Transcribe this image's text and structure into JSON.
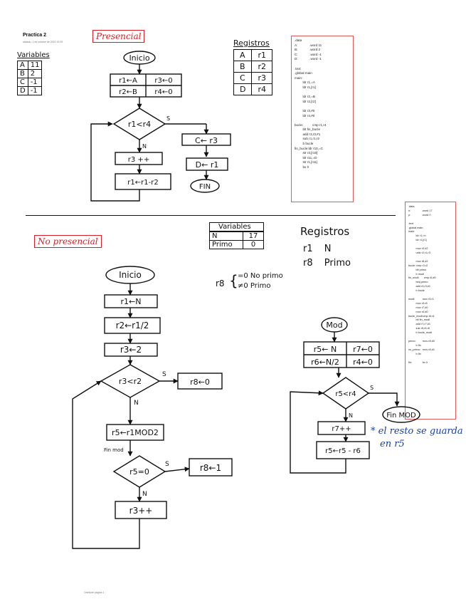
{
  "header": {
    "title": "Practica 2",
    "date": "sábado, 1 de octubre de 2022     19:29"
  },
  "section1": {
    "label": "Presencial"
  },
  "section2": {
    "label": "No presencial"
  },
  "vars1": {
    "header": "Variables",
    "rows": [
      {
        "name": "A",
        "value": "11"
      },
      {
        "name": "B",
        "value": "2"
      },
      {
        "name": "C",
        "value": "-1"
      },
      {
        "name": "D",
        "value": "-1"
      }
    ]
  },
  "regs1": {
    "header": "Registros",
    "rows": [
      {
        "name": "A",
        "value": "r1"
      },
      {
        "name": "B",
        "value": "r2"
      },
      {
        "name": "C",
        "value": "r3"
      },
      {
        "name": "D",
        "value": "r4"
      }
    ]
  },
  "flow1": {
    "start": "Inicio",
    "init_a": "r1←A",
    "init_b": "r3←0",
    "init_c": "r2←B",
    "init_d": "r4←0",
    "cond": "r1<r4",
    "yes": "S",
    "no": "N",
    "loop_a": "r3 ++",
    "loop_b": "r1←r1-r2",
    "end_a": "C← r3",
    "end_b": "D← r1",
    "end": "FIN"
  },
  "code1": ".data\nA:             .word 11\nB:             .word 2\nC:             .word -1\nD:             .word -1\n\n.text\n.global main\nmain:\n         ldr r1,=A\n         ldr r1,[r1]\n\n         ldr r2,=B\n         ldr r2,[r2]\n\n         ldr r3,#0\n         ldr r4,#0\n\nbucle:          cmp r1,r4\n         blt fin_bucle\n         add r3,r3,#1\n         sub r1,r1,r2\n         b bucle\nfin_bucle:ldr r10,=C\n         str r3,[r10]\n         ldr r11,=D\n         str r1,[r11]\n         bx lr",
  "vars2": {
    "header": "Variables",
    "rows": [
      {
        "name": "N",
        "value": "17"
      },
      {
        "name": "Primo",
        "value": "0"
      }
    ]
  },
  "regs2": {
    "header": "Registros",
    "rows": [
      {
        "name": "r1",
        "value": "N"
      },
      {
        "name": "r8",
        "value": "Primo"
      }
    ]
  },
  "r8legend": {
    "reg": "r8",
    "eq": "=0  No primo",
    "neq": "≠0  Primo"
  },
  "flow2": {
    "start": "Inicio",
    "s1": "r1←N",
    "s2": "r2←r1/2",
    "s3": "r3←2",
    "cond1": "r3<r2",
    "yes1": "S",
    "no1": "N",
    "r8zero": "r8←0",
    "mod": "r5←r1MOD2",
    "finmod_tag": "Fin mod",
    "cond2": "r5=0",
    "yes2": "S",
    "no2": "N",
    "r8one": "r8←1",
    "inc": "r3++"
  },
  "flow3": {
    "start": "Mod",
    "a": "r5← N",
    "b": "r7←0",
    "c": "r6←N/2",
    "d": "r4←0",
    "cond": "r5<r4",
    "no": "N",
    "yes": "S",
    "inc": "r7++",
    "sub": "r5←r5 - r6",
    "end": "Fin MOD"
  },
  "note": {
    "line1": "* el resto se guarda",
    "line2": "en r5"
  },
  "code2": ".data\nn:               .word 17\np:               .word 0\n\n.text\n.global main\nmain:\n          ldr r1,=n\n          ldr r1,[r1]\n\n          mov r3,#2\n          udiv r2,r1,r3\n\n          mov r8,#2\nbucle: cmp r3,r2\n          blt primo\n          b modl\nfin_modl:      cmp r5,#0\n          beq primo\n          add r3,r3,#1\n          b bucle\n\nmodl:          mov r5,r1\n          mov r3,r6\n          mov r7,#0\n          mov r4,#0\nbucle_modl:cmp r5,r4\n          blt fin_modl\n          add r7,r7,#1\n          sub r5,r5,r6\n          b bucle_modl\n\nprimo:         mov r8,#0\n          b fin\nno_primo:   mov r8,#1\n          b fin\n\nfin:              bx lr",
  "footer": {
    "page": "OneNote página 1"
  }
}
